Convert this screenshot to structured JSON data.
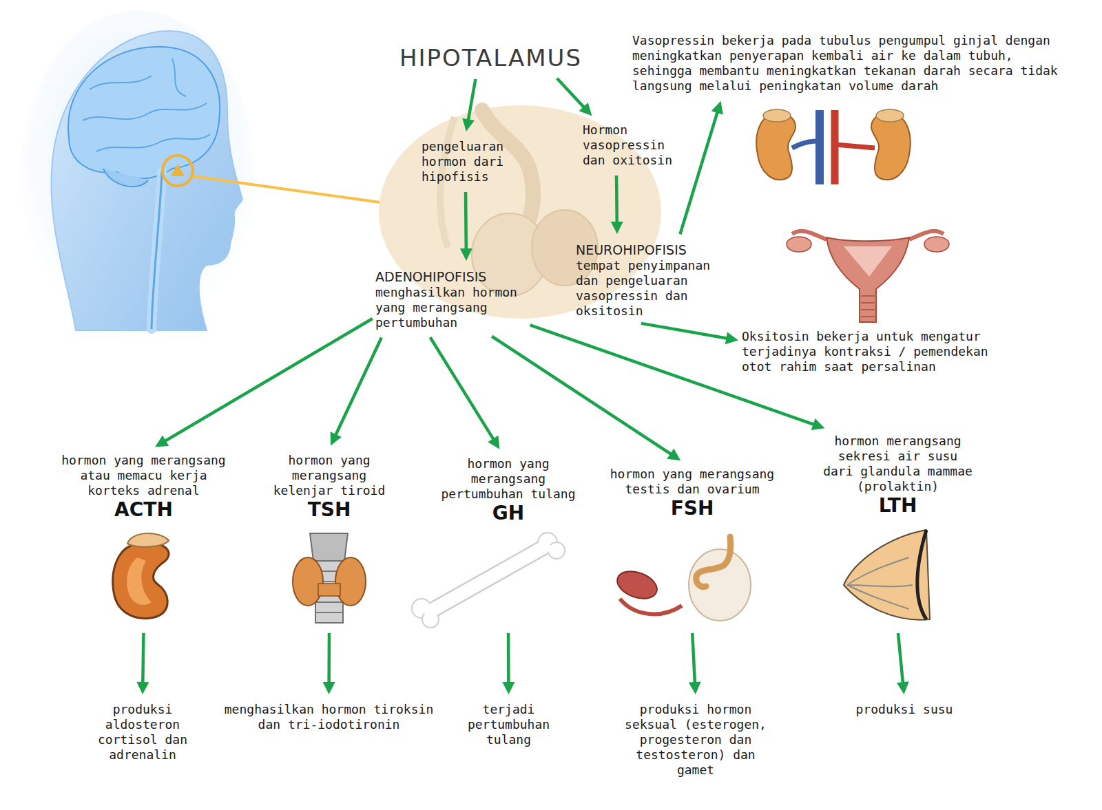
{
  "diagram": {
    "nodes": [
      {
        "text": [
          "HIPOTALAMUS"
        ]
      },
      {
        "text": [
          "pengeluaran hormon dari hipofisis"
        ]
      },
      {
        "text": [
          "Hormon vasopressin dan oxitosin"
        ]
      },
      {
        "text": [
          "ADENOHIPOFISIS",
          "menghasilkan hormon yang merangsang pertumbuhan"
        ]
      },
      {
        "text": [
          "NEUROHIPOFISIS",
          "tempat penyimpanan dan pengeluaran vasopressin dan oksitosin"
        ]
      },
      {
        "text": [
          "Vasopressin bekerja pada tubulus pengumpul ginjal dengan meningkatkan penyerapan kembali air ke dalam tubuh, sehingga membantu meningkatkan tekanan darah secara tidak langsung melalui peningkatan volume darah"
        ]
      },
      {
        "text": [
          "Oksitosin bekerja untuk mengatur terjadinya kontraksi / pemendekan otot rahim saat persalinan"
        ]
      },
      {
        "text": [
          "hormon yang merangsang atau memacu kerja korteks adrenal",
          "ACTH"
        ]
      },
      {
        "text": [
          "hormon yang merangsang kelenjar tiroid",
          "TSH"
        ]
      },
      {
        "text": [
          "hormon yang merangsang pertumbuhan tulang",
          "GH"
        ]
      },
      {
        "text": [
          "hormon yang merangsang testis dan ovarium",
          "FSH"
        ]
      },
      {
        "text": [
          "hormon merangsang sekresi air susu dari glandula mammae (prolaktin)",
          "LTH"
        ]
      },
      {
        "text": [
          "produksi aldosteron cortisol dan adrenalin"
        ]
      },
      {
        "text": [
          "menghasilkan hormon tiroksin dan tri-iodotironin"
        ]
      },
      {
        "text": [
          "terjadi pertumbuhan tulang"
        ]
      },
      {
        "text": [
          "produksi hormon seksual (esterogen, progesteron dan testosteron) dan gamet"
        ]
      },
      {
        "text": [
          "produksi susu"
        ]
      }
    ],
    "edges": [
      {
        "from": 0,
        "to": 1,
        "arrow": "to"
      },
      {
        "from": 0,
        "to": 2,
        "arrow": "to"
      },
      {
        "from": 1,
        "to": 3,
        "arrow": "to"
      },
      {
        "from": 2,
        "to": 4,
        "arrow": "to"
      },
      {
        "from": 4,
        "to": 5,
        "arrow": "to"
      },
      {
        "from": 4,
        "to": 6,
        "arrow": "to"
      },
      {
        "from": 3,
        "to": 7,
        "arrow": "to"
      },
      {
        "from": 3,
        "to": 8,
        "arrow": "to"
      },
      {
        "from": 3,
        "to": 9,
        "arrow": "to"
      },
      {
        "from": 3,
        "to": 10,
        "arrow": "to"
      },
      {
        "from": 3,
        "to": 11,
        "arrow": "to"
      },
      {
        "from": 7,
        "to": 12,
        "arrow": "to"
      },
      {
        "from": 8,
        "to": 13,
        "arrow": "to"
      },
      {
        "from": 9,
        "to": 14,
        "arrow": "to"
      },
      {
        "from": 10,
        "to": 15,
        "arrow": "to"
      },
      {
        "from": 11,
        "to": 16,
        "arrow": "to"
      }
    ]
  }
}
